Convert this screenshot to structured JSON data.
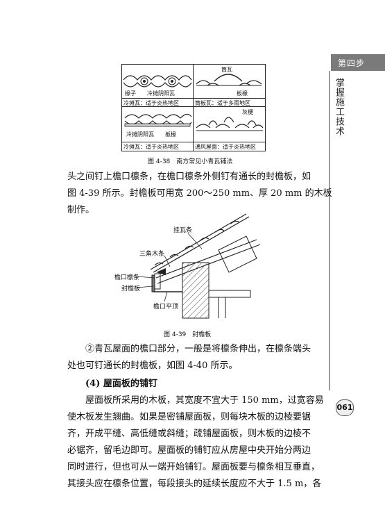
{
  "side_tab": {
    "label": "第四步",
    "vertical": "掌握施工技术"
  },
  "page_number": "061",
  "fig438": {
    "caption": "图 4-38　南方常见小青瓦铺法",
    "cells": [
      {
        "labels": [
          "椽子",
          "冷摊阴阳瓦"
        ],
        "desc": "冷摊瓦：适于炎热地区"
      },
      {
        "labels": [
          "筒瓦",
          "板椽"
        ],
        "desc": "筒板瓦：适于多雨地区"
      },
      {
        "labels": [
          "冷摊阴阳瓦",
          "板椽"
        ],
        "desc": "冷摊瓦：适于炎热地区"
      },
      {
        "labels": [
          "灰梗"
        ],
        "desc": "通风屋面：适于炎热地区"
      }
    ]
  },
  "para1": {
    "lines": [
      "头之间钉上檐口檩条，在檐口檩条外侧钉有通长的封檐板，如",
      "图 4-39 所示。封檐板可用宽 200～250 mm、厚 20 mm 的木板",
      "制作。"
    ]
  },
  "fig439": {
    "caption": "图 4-39　封檐板",
    "labels": {
      "gua_wa_tiao": "挂瓦条",
      "san_jiao_mu_tiao": "三角木条",
      "yan_kou_lin_tiao": "檐口檩条",
      "feng_yan_ban": "封檐板",
      "yan_kou_ping_ding": "檐口平顶"
    }
  },
  "para2": {
    "lines": [
      "②青瓦屋面的檐口部分，一般是将檩条伸出，在檩条端头",
      "处也可钉通长的封檐板，如图 4-40 所示。"
    ]
  },
  "heading": "(4) 屋面板的铺钉",
  "para3": {
    "lines": [
      "屋面板所采用的木板，其宽度不宜大于 150 mm，过宽容易",
      "使木板发生翘曲。如果是密铺屋面板，则每块木板的边棱要锯",
      "齐，开成平缝、高低缝或斜缝；疏铺屋面板，则木板的边棱不",
      "必锯齐，留毛边即可。屋面板的铺钉应从房屋中央开始分两边",
      "同时进行，但也可从一端开始铺钉。屋面板要与檩条相互垂直，",
      "其接头应在檩条位置，每段接头的延续长度应不大于 1.5 m，各"
    ]
  }
}
